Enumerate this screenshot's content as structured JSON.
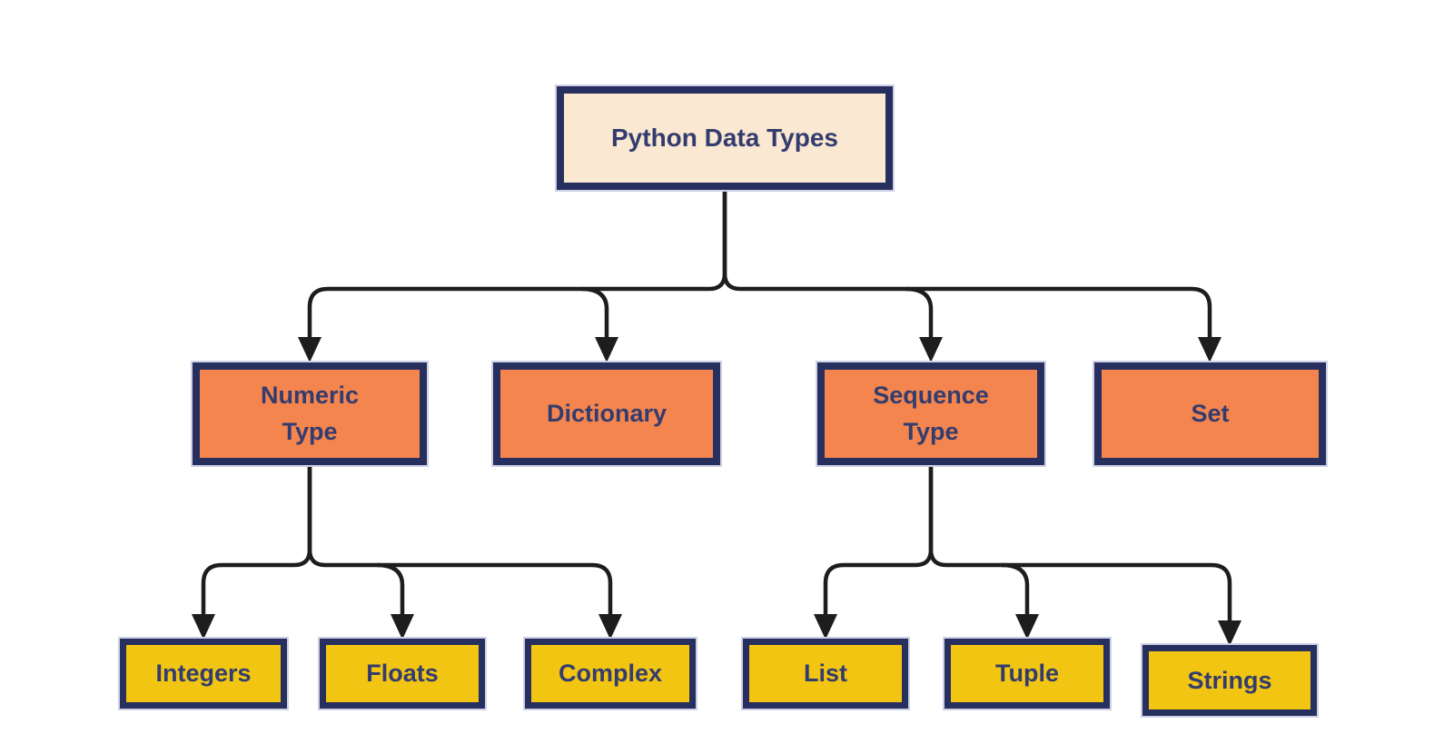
{
  "diagram_title": "Python Data Types",
  "nodes": {
    "root": {
      "label": "Python Data Types"
    },
    "numeric": {
      "label": "Numeric Type"
    },
    "dictionary": {
      "label": "Dictionary"
    },
    "sequence": {
      "label": "Sequence Type"
    },
    "set": {
      "label": "Set"
    },
    "integers": {
      "label": "Integers"
    },
    "floats": {
      "label": "Floats"
    },
    "complex": {
      "label": "Complex"
    },
    "list": {
      "label": "List"
    },
    "tuple": {
      "label": "Tuple"
    },
    "strings": {
      "label": "Strings"
    }
  },
  "edges": [
    {
      "from": "Python Data Types",
      "to": "Numeric Type"
    },
    {
      "from": "Python Data Types",
      "to": "Dictionary"
    },
    {
      "from": "Python Data Types",
      "to": "Sequence Type"
    },
    {
      "from": "Python Data Types",
      "to": "Set"
    },
    {
      "from": "Numeric Type",
      "to": "Integers"
    },
    {
      "from": "Numeric Type",
      "to": "Floats"
    },
    {
      "from": "Numeric Type",
      "to": "Complex"
    },
    {
      "from": "Sequence Type",
      "to": "List"
    },
    {
      "from": "Sequence Type",
      "to": "Tuple"
    },
    {
      "from": "Sequence Type",
      "to": "Strings"
    }
  ],
  "colors": {
    "background": "#ffffff",
    "root_fill": "#fbe8d2",
    "branch_fill": "#f5854f",
    "leaf_fill": "#f2c512",
    "border": "#272f5e",
    "text": "#333c6e",
    "line": "#1d1d1d",
    "halo": "#cdd1e6"
  }
}
